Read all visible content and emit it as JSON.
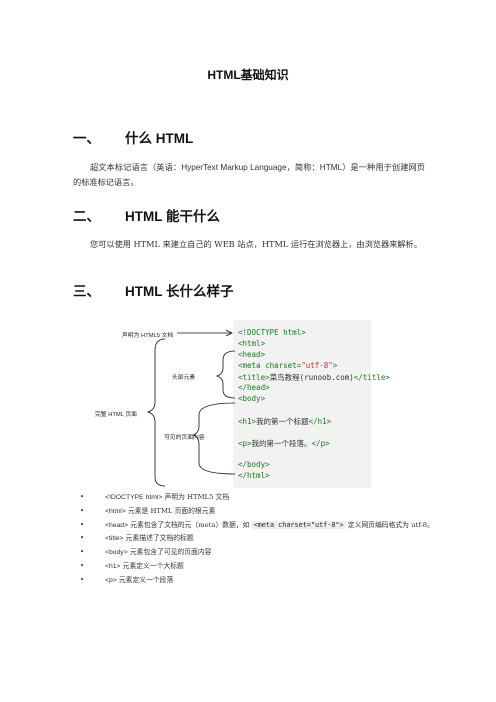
{
  "doc_title": "HTML基础知识",
  "sections": [
    {
      "num": "一、",
      "title": "什么 HTML",
      "para_pre": "超文本标记语言（英语：",
      "para_latin": "HyperText Markup Language",
      "para_mid": "，简称：",
      "para_latin2": "HTML",
      "para_post": "）是一种用于创建网页的标准标记语言。"
    },
    {
      "num": "二、",
      "title": "HTML 能干什么",
      "para": "您可以使用 HTML 来建立自己的 WEB 站点，HTML 运行在浏览器上，由浏览器来解析。"
    },
    {
      "num": "三、",
      "title": "HTML 长什么样子"
    }
  ],
  "figure": {
    "labels": {
      "doctype": "声明为 HTML5 文档",
      "head": "头部元素",
      "page": "完整 HTML 页面",
      "body": "可见的页面内容"
    },
    "code": {
      "doctype": "<!DOCTYPE html>",
      "html_open": "<html>",
      "head_open": "<head>",
      "meta_a": "<meta charset=",
      "meta_b": "\"utf-8\"",
      "meta_c": ">",
      "title_a": "<title>",
      "title_b": "菜鸟教程(runoob.com)",
      "title_c": "</title>",
      "head_close": "</head>",
      "body_open": "<body>",
      "h1_a": "<h1>",
      "h1_b": "我的第一个标题",
      "h1_c": "</h1>",
      "p_a": "<p>",
      "p_b": "我的第一个段落。",
      "p_c": "</p>",
      "body_close": "</body>",
      "html_close": "</html>"
    }
  },
  "list_items": [
    {
      "tag": "<!DOCTYPE html>",
      "text": " 声明为 HTML5 文档"
    },
    {
      "tag": "<html>",
      "text": " 元素是 HTML 页面的根元素"
    },
    {
      "tag": "<head>",
      "text": " 元素包含了文档的元（meta）数据，如 ",
      "code": "<meta charset=\"utf-8\">",
      "text2": " 定义网页编码格式为 utf-8。"
    },
    {
      "tag": "<title>",
      "text": " 元素描述了文档的标题"
    },
    {
      "tag": "<body>",
      "text": " 元素包含了可见的页面内容"
    },
    {
      "tag": "<h1>",
      "text": " 元素定义一个大标题"
    },
    {
      "tag": "<p>",
      "text": " 元素定义一个段落"
    }
  ]
}
